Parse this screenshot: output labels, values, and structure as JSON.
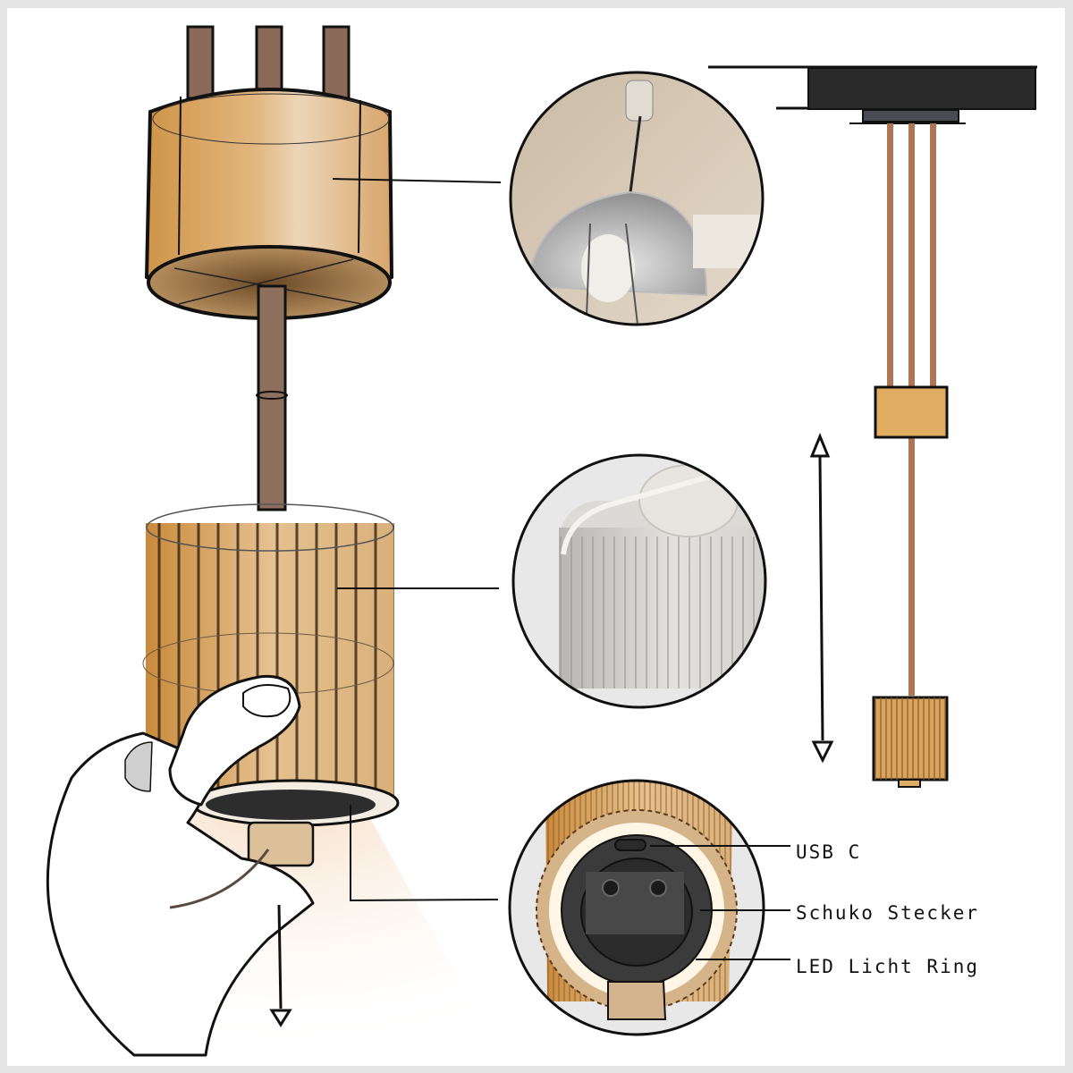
{
  "figure": {
    "kind": "product design sketch",
    "subject": "Pendant lamp with detachable rechargeable light module",
    "background_color": "#ffffff",
    "frame_color": "#e4e4e4",
    "accent_colors": {
      "wood_light": "#e9c99a",
      "wood_mid": "#d9a45e",
      "wood_dark": "#a8742f",
      "cable": "#8b5a40",
      "rail": "#222222",
      "socket": "#3b3b3b",
      "led_ring": "#fff6e6"
    }
  },
  "callouts": {
    "usb_c": "USB C",
    "schuko": "Schuko Stecker",
    "led_ring": "LED Licht Ring"
  },
  "detail_circles": [
    {
      "id": "ceiling-photo",
      "description": "Photo of existing ceiling pendant with metal shade and bulb"
    },
    {
      "id": "fluted-render",
      "description": "White fluted rounded-rectangle product render"
    },
    {
      "id": "bottom-view",
      "description": "Bottom view of module with socket, USB C port, LED ring"
    }
  ],
  "annotations": {
    "vertical_arrow": "height adjustable (double-headed arrow)",
    "down_arrow": "module pulls down"
  }
}
